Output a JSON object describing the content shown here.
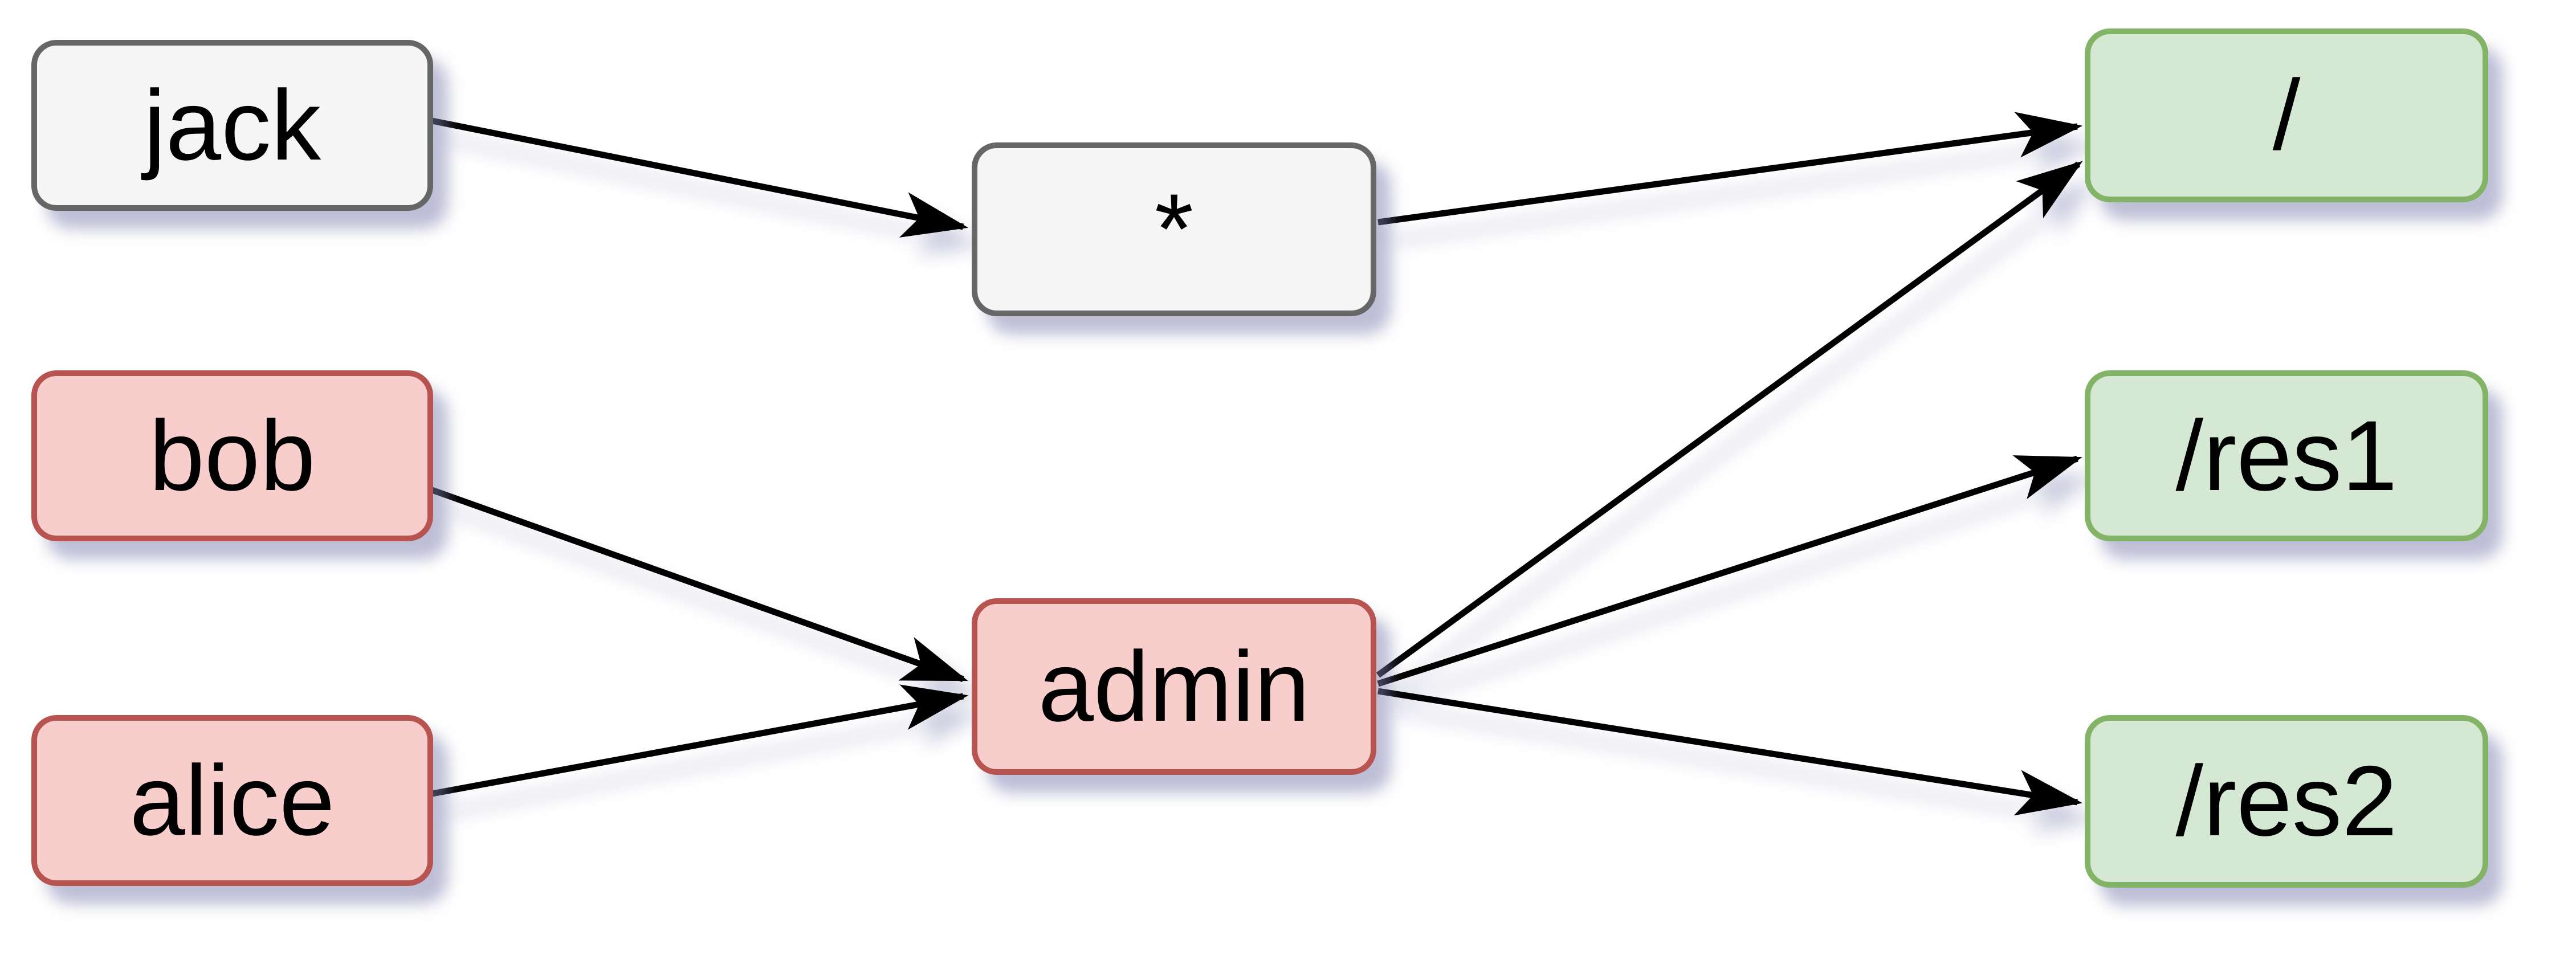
{
  "diagram": {
    "background": "#ffffff",
    "text_color": "#000000",
    "edge_color": "#000000",
    "shadow_color": "rgba(125,128,175,0.5)",
    "palette": {
      "neutral_fill": "#f5f5f5",
      "neutral_stroke": "#666666",
      "red_fill": "#f8cecc",
      "red_stroke": "#b85450",
      "green_fill": "#d5e8d4",
      "green_stroke": "#82b366"
    },
    "nodes": [
      {
        "id": "jack",
        "label": "jack",
        "fill": "#f5f5f5",
        "stroke": "#666666"
      },
      {
        "id": "bob",
        "label": "bob",
        "fill": "#f8cecc",
        "stroke": "#b85450"
      },
      {
        "id": "alice",
        "label": "alice",
        "fill": "#f8cecc",
        "stroke": "#b85450"
      },
      {
        "id": "star",
        "label": "*",
        "fill": "#f5f5f5",
        "stroke": "#666666"
      },
      {
        "id": "admin",
        "label": "admin",
        "fill": "#f8cecc",
        "stroke": "#b85450"
      },
      {
        "id": "root",
        "label": "/",
        "fill": "#d5e8d4",
        "stroke": "#82b366"
      },
      {
        "id": "res1",
        "label": "/res1",
        "fill": "#d5e8d4",
        "stroke": "#82b366"
      },
      {
        "id": "res2",
        "label": "/res2",
        "fill": "#d5e8d4",
        "stroke": "#82b366"
      }
    ],
    "edges": [
      {
        "from": "jack",
        "to": "*"
      },
      {
        "from": "bob",
        "to": "admin"
      },
      {
        "from": "alice",
        "to": "admin"
      },
      {
        "from": "*",
        "to": "/"
      },
      {
        "from": "admin",
        "to": "/"
      },
      {
        "from": "admin",
        "to": "/res1"
      },
      {
        "from": "admin",
        "to": "/res2"
      }
    ]
  }
}
